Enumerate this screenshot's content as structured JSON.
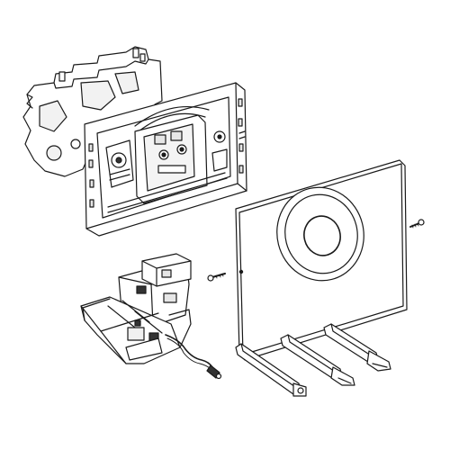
{
  "diagram": {
    "type": "exploded-view line drawing",
    "parts": [
      {
        "name": "mounting-frame-bracket"
      },
      {
        "name": "actuator-carrier-frame"
      },
      {
        "name": "cover-plate-with-round-sensor-window"
      },
      {
        "name": "fixing-screw"
      },
      {
        "name": "fixing-screw"
      },
      {
        "name": "electronic-control-module-with-cable"
      },
      {
        "name": "actuating-rod"
      },
      {
        "name": "actuating-rod"
      },
      {
        "name": "actuating-rod"
      }
    ],
    "colors": {
      "stroke": "#1a1a1a",
      "fill": "#ffffff",
      "shade": "#e6e6e6",
      "dark": "#333333"
    }
  }
}
